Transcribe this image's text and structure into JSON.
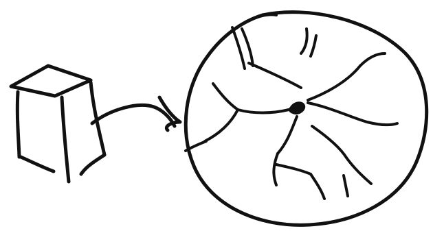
{
  "diagram": {
    "ink_color": "#111111",
    "background_color": "#ffffff",
    "elements": [
      {
        "name": "box-sketch",
        "kind": "hand-drawn 3D box"
      },
      {
        "name": "arrow",
        "kind": "curved arrow pointing right"
      },
      {
        "name": "circle-sketch",
        "kind": "large irregular circle with branching internal lines"
      },
      {
        "name": "center-dot",
        "kind": "small filled dot near center of circle"
      }
    ]
  }
}
